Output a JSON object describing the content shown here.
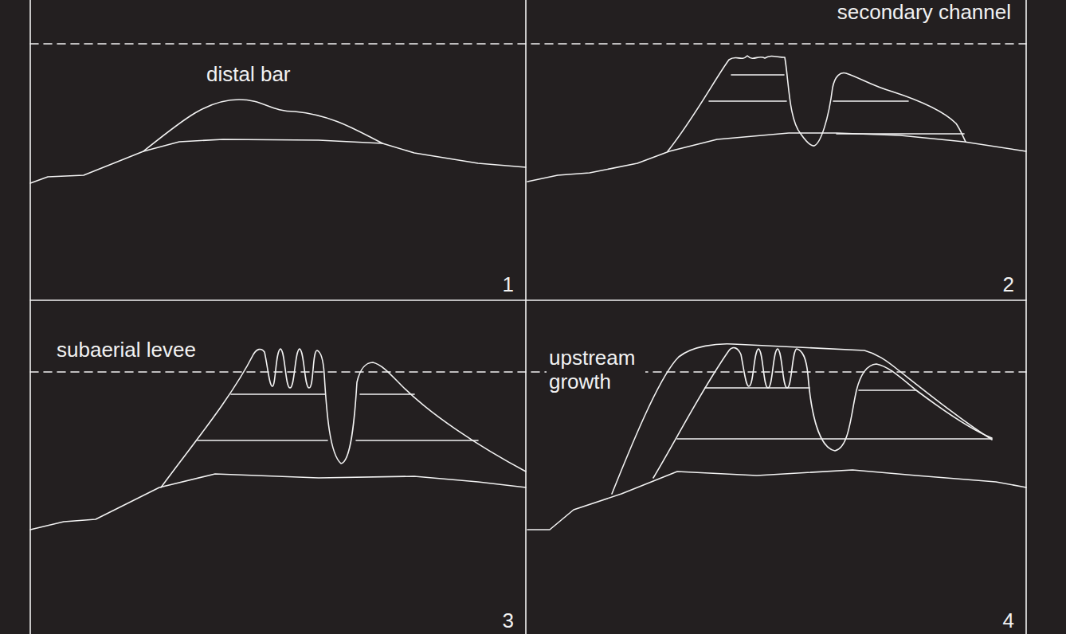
{
  "diagram": {
    "labels": [
      "secondary channel",
      "distal bar",
      "1",
      "2",
      "subaerial levee",
      "upstream growth",
      "3",
      "4"
    ]
  }
}
